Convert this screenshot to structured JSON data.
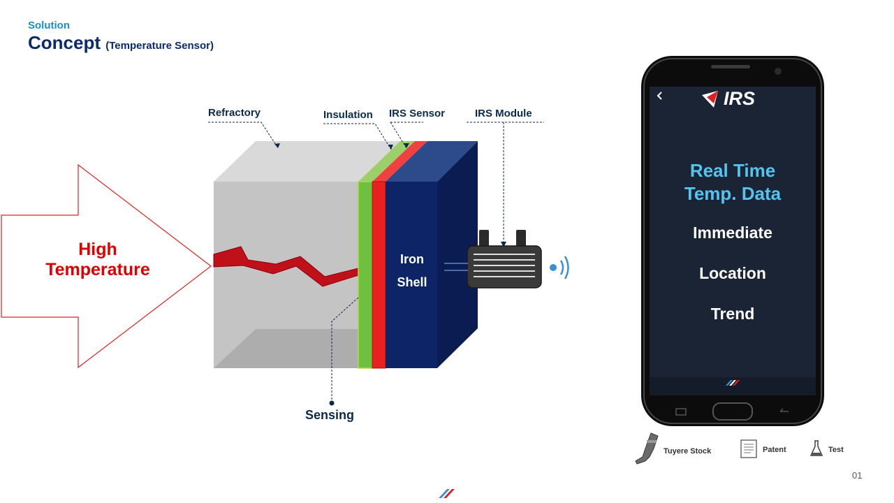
{
  "header": {
    "kicker": "Solution",
    "title": "Concept",
    "subtitle": "(Temperature Sensor)"
  },
  "diagram": {
    "arrow_label_line1": "High",
    "arrow_label_line2": "Temperature",
    "labels": {
      "refractory": "Refractory",
      "insulation": "Insulation",
      "irs_sensor": "IRS Sensor",
      "irs_module": "IRS Module",
      "sensing": "Sensing"
    },
    "shell_line1": "Iron",
    "shell_line2": "Shell",
    "colors": {
      "arrow": "#e02020",
      "refractory": "#c4c4c4",
      "insulation": "#6fc03f",
      "sensor": "#e82020",
      "shell": "#0d2466",
      "crack": "#c0101a",
      "wifi": "#3a8fd8"
    }
  },
  "phone": {
    "back_icon": "chevron-left-icon",
    "logo_text": "IRS",
    "title_line1": "Real Time",
    "title_line2": "Temp. Data",
    "items": [
      "Immediate",
      "Location",
      "Trend"
    ],
    "screen_color": "#1b2434",
    "accent": "#55c3ee"
  },
  "footer_links": [
    {
      "label": "Tuyere Stock",
      "icon": "tuyere-icon"
    },
    {
      "label": "Patent",
      "icon": "document-icon"
    },
    {
      "label": "Test",
      "icon": "flask-icon"
    }
  ],
  "page_number": "01"
}
